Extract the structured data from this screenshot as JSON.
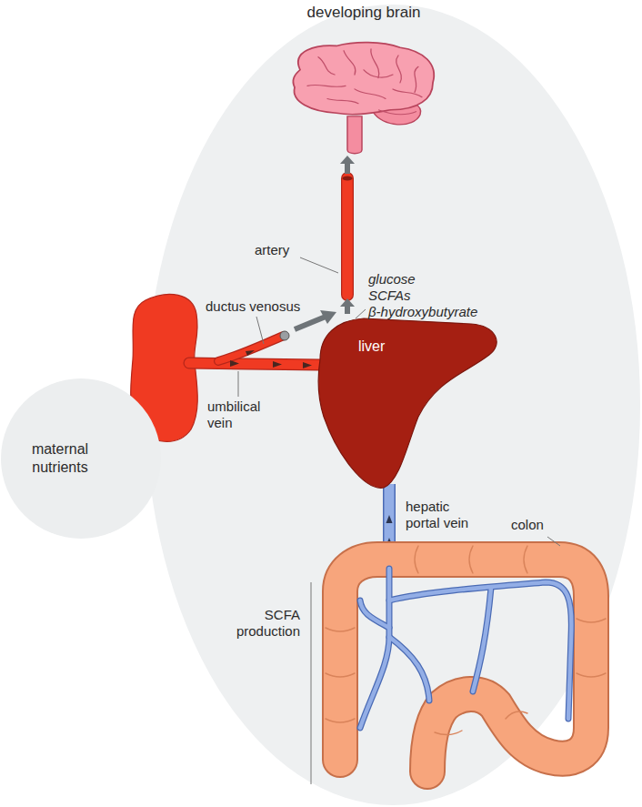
{
  "diagram": {
    "nodes": [
      {
        "text": [
          "maternal nutrients"
        ]
      },
      {
        "text": [
          "developing brain"
        ]
      },
      {
        "text": [
          "liver"
        ]
      }
    ],
    "edges": [
      {
        "from": 2,
        "to": 1,
        "arrow": "to"
      }
    ],
    "labels": [
      "artery",
      "glucose",
      "SCFAs",
      "β-hydroxybutyrate",
      "ductus venosus",
      "umbilical vein",
      "hepatic portal vein",
      "colon",
      "SCFA production"
    ]
  }
}
